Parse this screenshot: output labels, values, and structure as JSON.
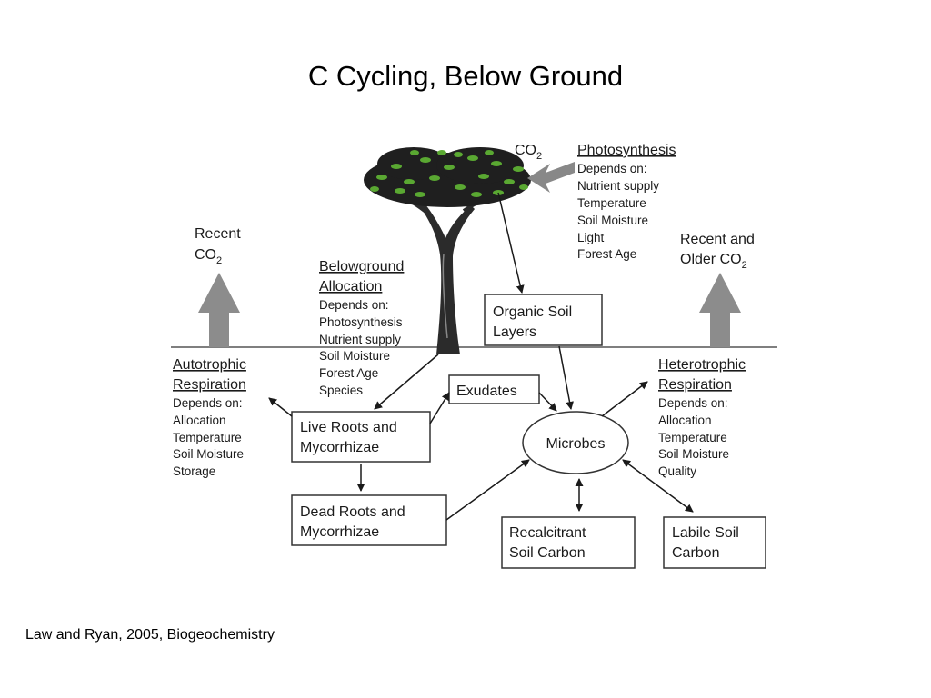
{
  "title": "C Cycling, Below Ground",
  "caption": "Law and Ryan, 2005, Biogeochemistry",
  "diagram": {
    "co2_top": "CO",
    "co2_sub": "2",
    "photosynthesis": {
      "heading": "Photosynthesis",
      "items": [
        "Depends on:",
        "Nutrient supply",
        "Temperature",
        "Soil Moisture",
        "Light",
        "Forest Age"
      ]
    },
    "recent_co2": {
      "line1": "Recent",
      "co2": "CO",
      "sub": "2"
    },
    "recent_older_co2": {
      "line1": "Recent and",
      "line2_prefix": "Older CO",
      "sub": "2"
    },
    "belowground_allocation": {
      "heading_line1": "Belowground",
      "heading_line2": "Allocation",
      "items": [
        "Depends on:",
        "Photosynthesis",
        "Nutrient supply",
        "Soil Moisture",
        "Forest Age",
        "Species"
      ]
    },
    "autotrophic_respiration": {
      "heading_line1": "Autotrophic",
      "heading_line2": "Respiration",
      "items": [
        "Depends on:",
        "Allocation",
        "Temperature",
        "Soil Moisture",
        "Storage"
      ]
    },
    "heterotrophic_respiration": {
      "heading_line1": "Heterotrophic",
      "heading_line2": "Respiration",
      "items": [
        "Depends on:",
        "Allocation",
        "Temperature",
        "Soil Moisture",
        "Quality"
      ]
    },
    "organic_soil_layers": {
      "line1": "Organic Soil",
      "line2": "Layers"
    },
    "exudates": "Exudates",
    "live_roots": {
      "line1": "Live Roots and",
      "line2": "Mycorrhizae"
    },
    "dead_roots": {
      "line1": "Dead Roots and",
      "line2": "Mycorrhizae"
    },
    "microbes": "Microbes",
    "recalcitrant": {
      "line1": "Recalcitrant",
      "line2": "Soil Carbon"
    },
    "labile": {
      "line1": "Labile Soil",
      "line2": "Carbon"
    }
  }
}
